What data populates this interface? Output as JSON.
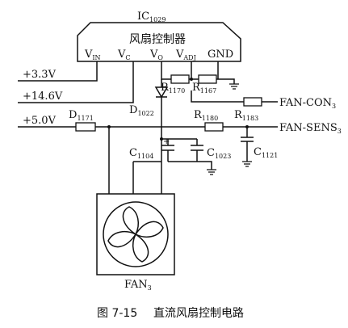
{
  "ic": {
    "designator": "IC",
    "designator_sub": "1029",
    "name": "风扇控制器",
    "pins": [
      {
        "main": "V",
        "sub": "IN"
      },
      {
        "main": "V",
        "sub": "C"
      },
      {
        "main": "V",
        "sub": "O"
      },
      {
        "main": "V",
        "sub": "ADJ"
      },
      {
        "main": "GND",
        "sub": ""
      }
    ]
  },
  "rails": [
    {
      "label": "+3.3V"
    },
    {
      "label": "+14.6V"
    },
    {
      "label": "+5.0V"
    }
  ],
  "components": {
    "r1170": {
      "main": "R",
      "sub": "1170"
    },
    "r1167": {
      "main": "R",
      "sub": "1167"
    },
    "r1183": {
      "main": "R",
      "sub": "1183"
    },
    "r1180": {
      "main": "R",
      "sub": "1180"
    },
    "d1171": {
      "main": "D",
      "sub": "1171"
    },
    "d1022": {
      "main": "D",
      "sub": "1022"
    },
    "c1104": {
      "main": "C",
      "sub": "1104"
    },
    "c1023": {
      "main": "C",
      "sub": "1023"
    },
    "c1121": {
      "main": "C",
      "sub": "1121"
    },
    "c1104_polarity": "+"
  },
  "signals": {
    "fan_con": {
      "main": "FAN-CON",
      "sub": "3"
    },
    "fan_sens": {
      "main": "FAN-SENS",
      "sub": "3"
    }
  },
  "fan": {
    "main": "FAN",
    "sub": "3"
  },
  "caption": {
    "figure": "图 7-15",
    "title": "直流风扇控制电路"
  }
}
